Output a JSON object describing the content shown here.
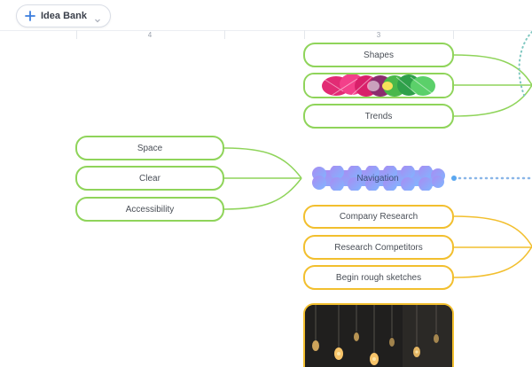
{
  "toolbar": {
    "idea_bank_label": "Idea Bank"
  },
  "ruler": {
    "columns": [
      "4",
      "3"
    ]
  },
  "map": {
    "center": "Navigation",
    "left_branch": [
      "Space",
      "Clear",
      "Accessibility"
    ],
    "top_right_branch": [
      "Shapes",
      "Trends"
    ],
    "bottom_right_branch": [
      "Company Research",
      "Research Competitors",
      "Begin rough sketches"
    ]
  },
  "icons": {
    "idea_bank": "plus-icon",
    "dropdown": "chevron-down-icon"
  },
  "colors": {
    "green_branch": "#8fd45a",
    "orange_branch": "#f2bf2e",
    "center_blob": "#9b8cf2",
    "center_blob_accent": "#7fb6ff",
    "dotted_link": "#8ab6e8",
    "accent_blue": "#3b7ddd"
  }
}
